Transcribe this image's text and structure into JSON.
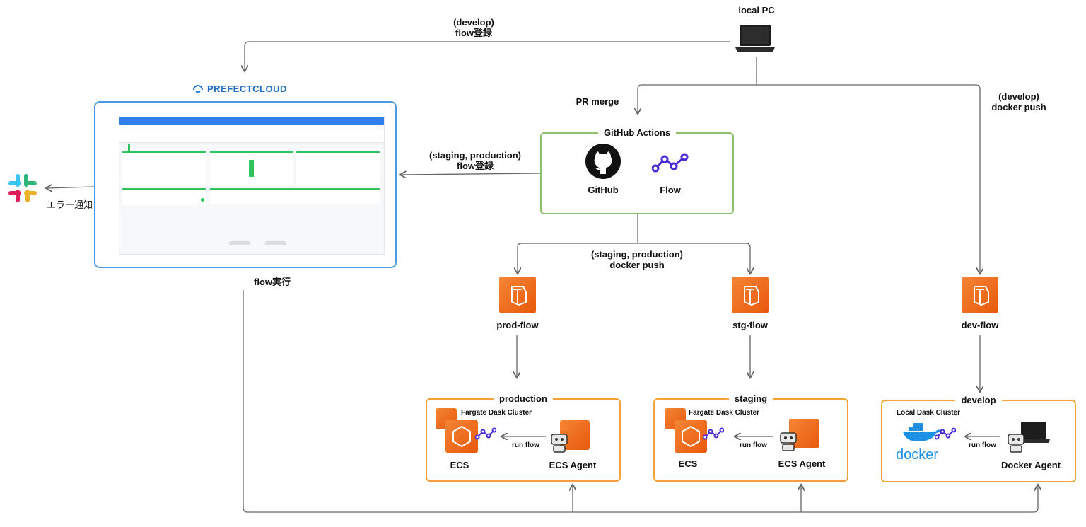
{
  "labels": {
    "local_pc": "local PC",
    "develop_flow_register": [
      "(develop)",
      "flow登録"
    ],
    "pr_merge": "PR merge",
    "develop_docker_push": [
      "(develop)",
      "docker push"
    ],
    "staging_prod_flow_register": [
      "(staging, production)",
      "flow登録"
    ],
    "staging_prod_docker_push": [
      "(staging, production)",
      "docker push"
    ],
    "error_notify": "エラー通知",
    "flow_run": "flow実行",
    "prefect_logo": "PREFECTCLOUD"
  },
  "github_actions": {
    "title": "GitHub Actions",
    "github": "GitHub",
    "flow": "Flow"
  },
  "repos": {
    "prod": "prod-flow",
    "stg": "stg-flow",
    "dev": "dev-flow"
  },
  "envs": {
    "production": {
      "title": "production",
      "cluster": "Fargate Dask Cluster",
      "run_flow": "run flow",
      "left": "ECS",
      "right": "ECS Agent"
    },
    "staging": {
      "title": "staging",
      "cluster": "Fargate Dask Cluster",
      "run_flow": "run flow",
      "left": "ECS",
      "right": "ECS Agent"
    },
    "develop": {
      "title": "develop",
      "cluster": "Local Dask Cluster",
      "run_flow": "run flow",
      "left_logo": "docker",
      "right": "Docker Agent"
    }
  },
  "colors": {
    "prefect_border": "#4a9be3",
    "github_border": "#8cc36a",
    "env_border": "#f3a33a",
    "aws_orange": "#e8590c",
    "flow_purple": "#4b2bd6",
    "docker_blue": "#1d91e6",
    "arrow": "#666666"
  },
  "icons": [
    "laptop-icon",
    "slack-icon",
    "github-icon",
    "flow-icon",
    "ecr-icon",
    "ecs-icon",
    "robot-agent-icon",
    "docker-icon",
    "prefect-logo-icon"
  ]
}
